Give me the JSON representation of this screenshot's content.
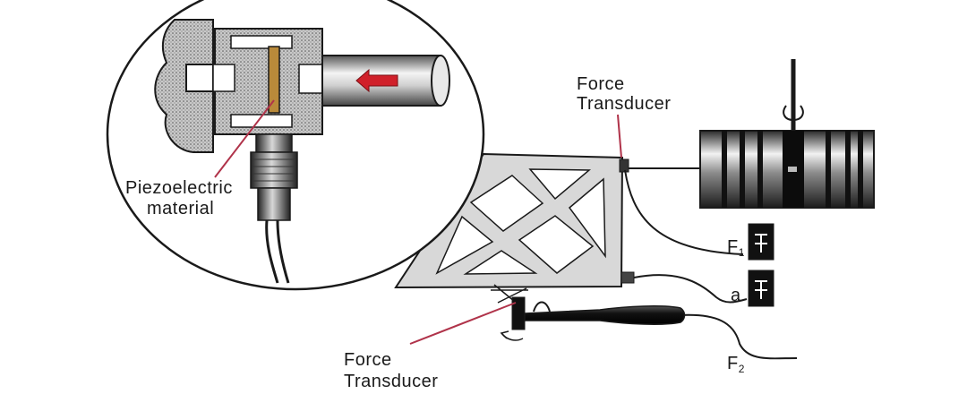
{
  "labels": {
    "piezo_line1": "Piezoelectric",
    "piezo_line2": "material",
    "force_top_line1": "Force",
    "force_top_line2": "Transducer",
    "force_bottom_line1": "Force",
    "force_bottom_line2": "Transducer",
    "f1_main": "F",
    "f1_sub": "1",
    "a_label": "a",
    "f2_main": "F",
    "f2_sub": "2"
  },
  "colors": {
    "leader_line": "#b0334a",
    "arrow": "#d0202a",
    "piezo": "#b98a3a",
    "outline": "#1a1a1a"
  },
  "icons": [
    "shaker-icon",
    "impact-hammer-icon",
    "meter-display-icon",
    "connector-icon"
  ]
}
